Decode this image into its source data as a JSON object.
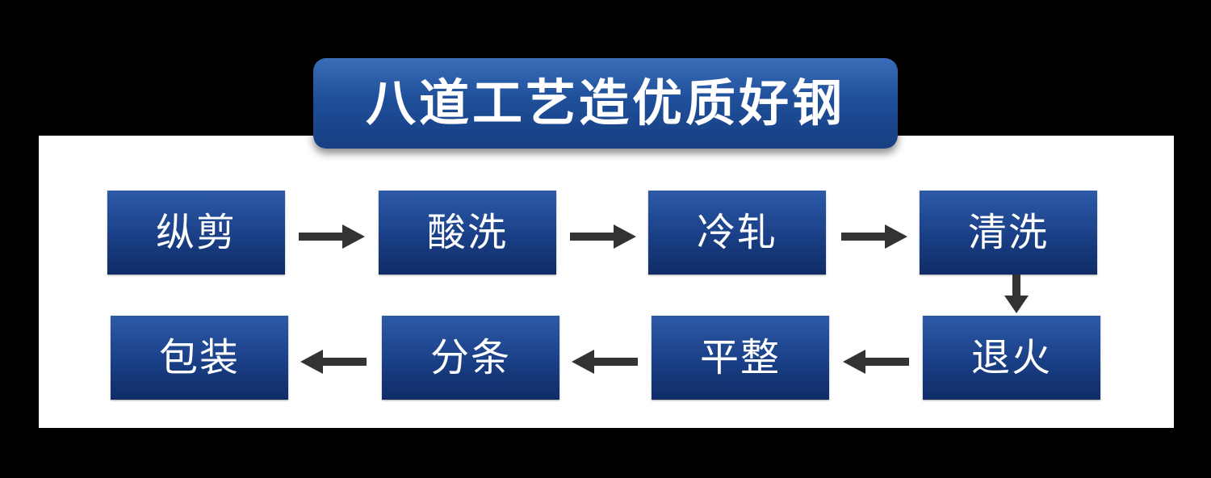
{
  "title": "八道工艺造优质好钢",
  "steps": [
    {
      "label": "纵剪"
    },
    {
      "label": "酸洗"
    },
    {
      "label": "冷轧"
    },
    {
      "label": "清洗"
    },
    {
      "label": "退火"
    },
    {
      "label": "平整"
    },
    {
      "label": "分条"
    },
    {
      "label": "包装"
    }
  ],
  "colors": {
    "background": "#000000",
    "panel": "#ffffff",
    "box_blue": "#1a3f86",
    "arrow": "#333333",
    "text": "#ffffff"
  }
}
